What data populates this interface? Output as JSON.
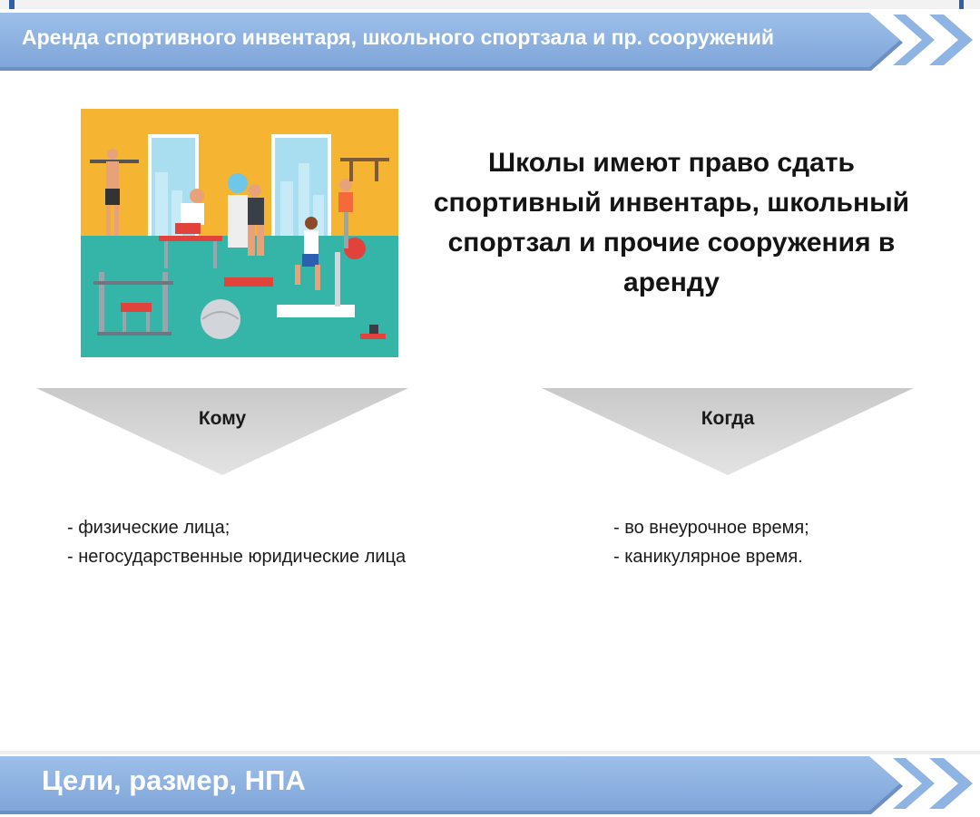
{
  "header": {
    "title": "Аренда спортивного инвентаря, школьного спортзала и пр. сооружений"
  },
  "illustration": {
    "icon": "gym-illustration",
    "colors": {
      "wall": "#f5b431",
      "floor": "#34b5a8",
      "window": "#a8def0"
    }
  },
  "lead_text": "Школы имеют право сдать спортивный инвентарь, школьный спортзал и прочие сооружения в аренду",
  "who": {
    "label": "Кому",
    "items": [
      "- физические лица;",
      "- негосударственные юридические лица"
    ]
  },
  "when": {
    "label": "Когда",
    "items": [
      "- во внеурочное время;",
      "- каникулярное время."
    ]
  },
  "footer": {
    "title": "Цели, размер, НПА"
  },
  "colors": {
    "banner_blue": "#8eb4e3",
    "banner_edge": "#5b84c4",
    "chevron_gray": "#d0d0d0"
  }
}
